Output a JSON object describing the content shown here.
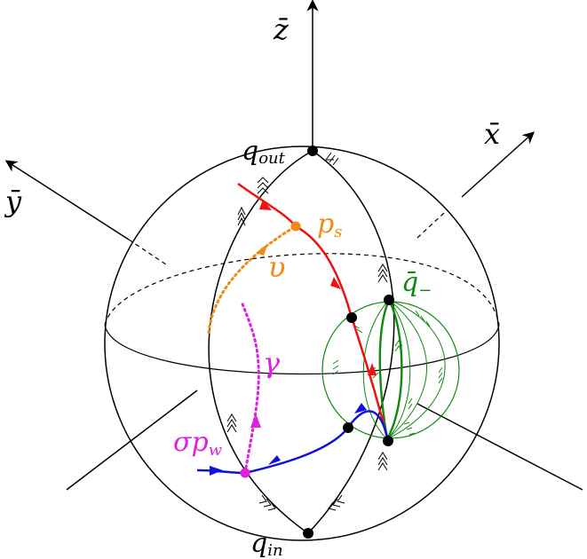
{
  "labels": {
    "z_axis": "z̄",
    "x_axis": "x̄",
    "y_axis": "ȳ",
    "q_out": "q",
    "q_out_sub": "out",
    "q_in": "q",
    "q_in_sub": "in",
    "p_s": "p",
    "p_s_sub": "s",
    "upsilon": "υ",
    "gamma": "γ",
    "sigma_p_w": "σp",
    "sigma_p_w_sub": "w",
    "q_minus": "q̄",
    "q_minus_sub": "−"
  },
  "colors": {
    "black": "#000000",
    "red": "#ee1111",
    "blue": "#1111dd",
    "green": "#118811",
    "orange": "#f08c14",
    "magenta": "#dd22dd"
  }
}
